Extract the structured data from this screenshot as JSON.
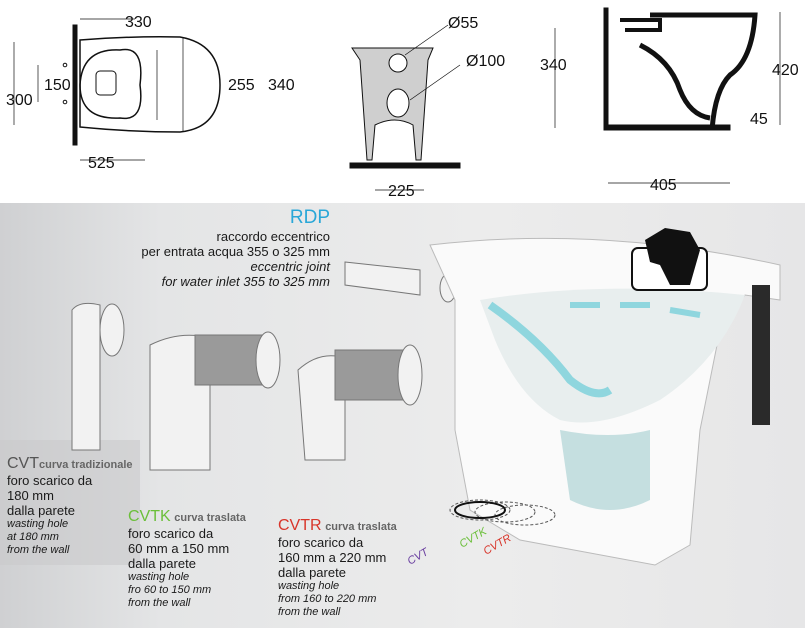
{
  "top_drawings": {
    "plan_view": {
      "width_330": "330",
      "depth_525": "525",
      "height_340": "340",
      "inner_255": "255",
      "holes_150": "150",
      "wall_300": "300"
    },
    "front_view": {
      "diam_55": "Ø55",
      "diam_100": "Ø100",
      "base_225": "225"
    },
    "side_view": {
      "h_340": "340",
      "h_420": "420",
      "h_45": "45",
      "depth_405": "405"
    }
  },
  "rdp": {
    "code": "RDP",
    "line1": "raccordo eccentrico",
    "line2": "per entrata acqua 355 o 325 mm",
    "line3": "eccentric joint",
    "line4": "for water inlet 355 to 325 mm"
  },
  "cvt": {
    "code": "CVT",
    "subtitle": "curva tradizionale",
    "it1": "foro scarico da",
    "it2": "180 mm",
    "it3": "dalla parete",
    "en1": "wasting hole",
    "en2": "at 180 mm",
    "en3": "from the wall"
  },
  "cvtk": {
    "code": "CVTK",
    "subtitle": "curva traslata",
    "it1": "foro scarico da",
    "it2": "60 mm a 150 mm",
    "it3": "dalla parete",
    "en1": "wasting hole",
    "en2": "fro 60 to 150 mm",
    "en3": "from the wall"
  },
  "cvtr": {
    "code": "CVTR",
    "subtitle": "curva traslata",
    "it1": "foro scarico da",
    "it2": "160 mm a 220 mm",
    "it3": "dalla parete",
    "en1": "wasting hole",
    "en2": "from 160 to 220 mm",
    "en3": "from the wall"
  },
  "diagram_labels": {
    "cvt": "CVT",
    "cvtk": "CVTK",
    "cvtr": "CVTR"
  },
  "colors": {
    "rdp": "#2aa7d8",
    "cvtk": "#6bbf3a",
    "cvtr": "#d8352a",
    "cvt": "#555555",
    "flow": "#8fd6de"
  }
}
